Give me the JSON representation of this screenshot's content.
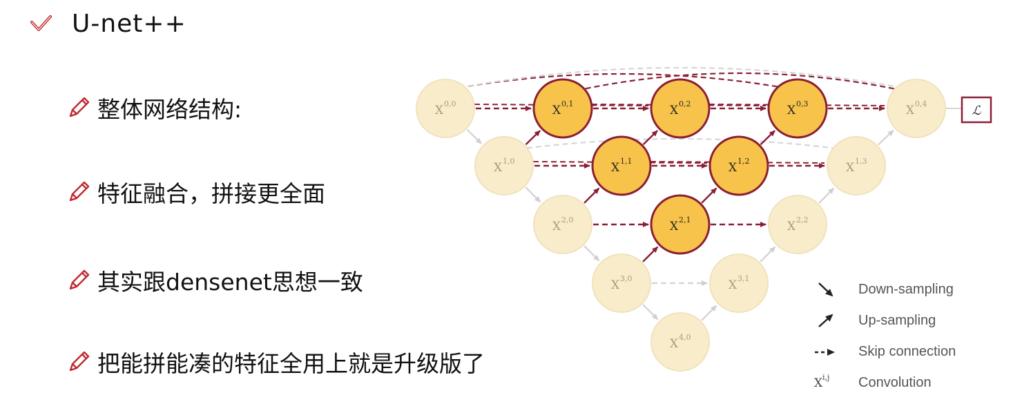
{
  "title": {
    "text": "U-net++",
    "icon": "check-icon",
    "color": "#c0282d"
  },
  "bullets": [
    {
      "text": "整体网络结构:",
      "icon": "pencil-icon"
    },
    {
      "text": "特征融合，拼接更全面",
      "icon": "pencil-icon"
    },
    {
      "text": "其实跟densenet思想一致",
      "icon": "pencil-icon"
    },
    {
      "text": "把能拼能凑的特征全用上就是升级版了",
      "icon": "pencil-icon"
    }
  ],
  "diagram": {
    "nodes": [
      {
        "id": "X00",
        "base": "X",
        "sup": "0,0",
        "active": false
      },
      {
        "id": "X01",
        "base": "X",
        "sup": "0,1",
        "active": true
      },
      {
        "id": "X02",
        "base": "X",
        "sup": "0,2",
        "active": true
      },
      {
        "id": "X03",
        "base": "X",
        "sup": "0,3",
        "active": true
      },
      {
        "id": "X04",
        "base": "X",
        "sup": "0,4",
        "active": false
      },
      {
        "id": "X10",
        "base": "X",
        "sup": "1,0",
        "active": false
      },
      {
        "id": "X11",
        "base": "X",
        "sup": "1,1",
        "active": true
      },
      {
        "id": "X12",
        "base": "X",
        "sup": "1,2",
        "active": true
      },
      {
        "id": "X13",
        "base": "X",
        "sup": "1,3",
        "active": false
      },
      {
        "id": "X20",
        "base": "X",
        "sup": "2,0",
        "active": false
      },
      {
        "id": "X21",
        "base": "X",
        "sup": "2,1",
        "active": true
      },
      {
        "id": "X22",
        "base": "X",
        "sup": "2,2",
        "active": false
      },
      {
        "id": "X30",
        "base": "X",
        "sup": "3,0",
        "active": false
      },
      {
        "id": "X31",
        "base": "X",
        "sup": "3,1",
        "active": false
      },
      {
        "id": "X40",
        "base": "X",
        "sup": "4,0",
        "active": false
      }
    ],
    "loss_label": "ℒ",
    "legend": [
      {
        "symbol": "down-arrow-icon",
        "text": "Down-sampling"
      },
      {
        "symbol": "up-arrow-icon",
        "text": "Up-sampling"
      },
      {
        "symbol": "dashed-arrow-icon",
        "text": "Skip connection"
      },
      {
        "symbol": "X",
        "sup": "i,j",
        "text": "Convolution"
      }
    ],
    "colors": {
      "active_fill": "#f7c34a",
      "active_stroke": "#8a1f35",
      "inactive_fill": "#f9eccb",
      "inactive_stroke": "#efe2bd",
      "active_edge": "#8a1f35",
      "inactive_edge": "#d6d6d6"
    }
  }
}
